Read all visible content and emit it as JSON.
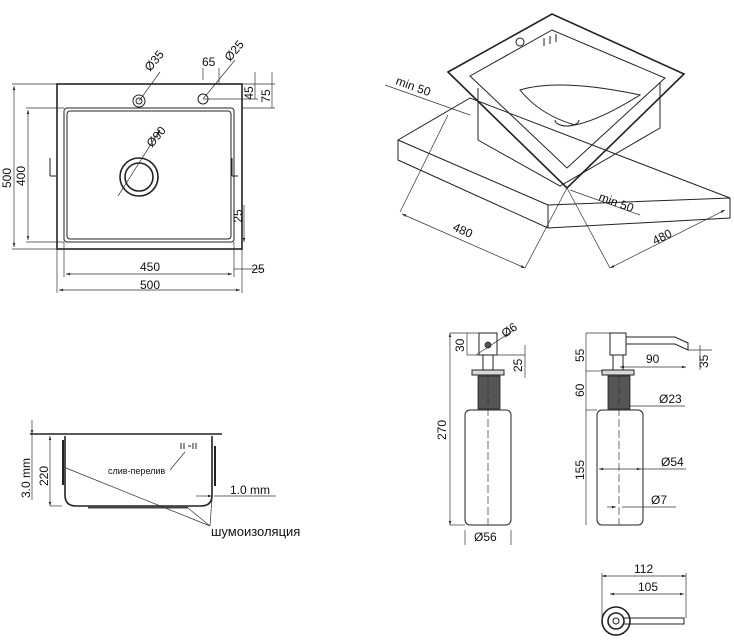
{
  "top_view": {
    "d_tap_hole": "Ø35",
    "offset_65": "65",
    "d_small_hole": "Ø25",
    "dim_45": "45",
    "dim_75": "75",
    "height_outer": "500",
    "height_inner": "400",
    "d_drain": "Ø90",
    "dim_25_right": "25",
    "width_inner": "450",
    "dim_25_bottom": "25",
    "width_outer": "500"
  },
  "iso_view": {
    "min_left": "min 50",
    "min_right": "min 50",
    "width_left": "480",
    "width_right": "480"
  },
  "section_view": {
    "thickness_top": "3.0 mm",
    "depth": "220",
    "overflow_label": "слив-перелив",
    "thickness_wall": "1.0 mm",
    "insulation_label": "шумоизоляция"
  },
  "dispenser_front": {
    "head_30": "30",
    "nozzle_d": "Ø6",
    "neck_25": "25",
    "total_270": "270",
    "bottle_d": "Ø56"
  },
  "dispenser_side": {
    "head_55": "55",
    "spout_90": "90",
    "spout_35": "35",
    "thread_60": "60",
    "thread_d": "Ø23",
    "bottle_155": "155",
    "bottle_d": "Ø54",
    "tube_d": "Ø7"
  },
  "dispenser_top": {
    "length_112": "112",
    "length_105": "105"
  }
}
